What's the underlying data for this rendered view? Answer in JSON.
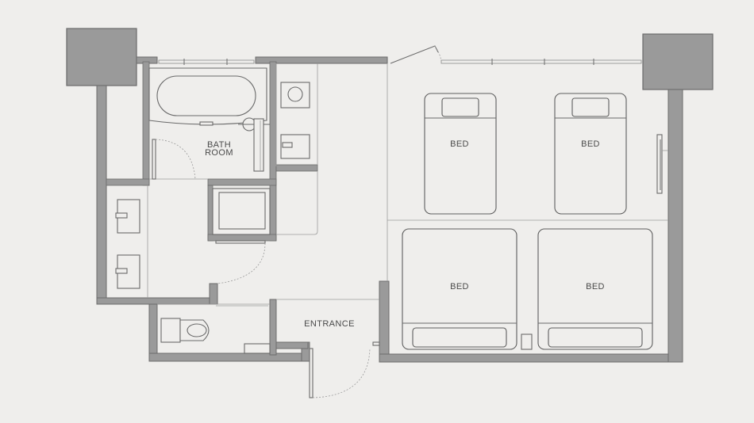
{
  "labels": {
    "bathroom_line1": "BATH",
    "bathroom_line2": "ROOM",
    "entrance": "ENTRANCE",
    "bed_top_left": "BED",
    "bed_top_right": "BED",
    "bed_bottom_left": "BED",
    "bed_bottom_right": "BED"
  },
  "colors": {
    "background": "#efeeec",
    "wall_fill": "#9a9a9a",
    "line": "#6a6a6a",
    "text": "#4a4a4a"
  }
}
